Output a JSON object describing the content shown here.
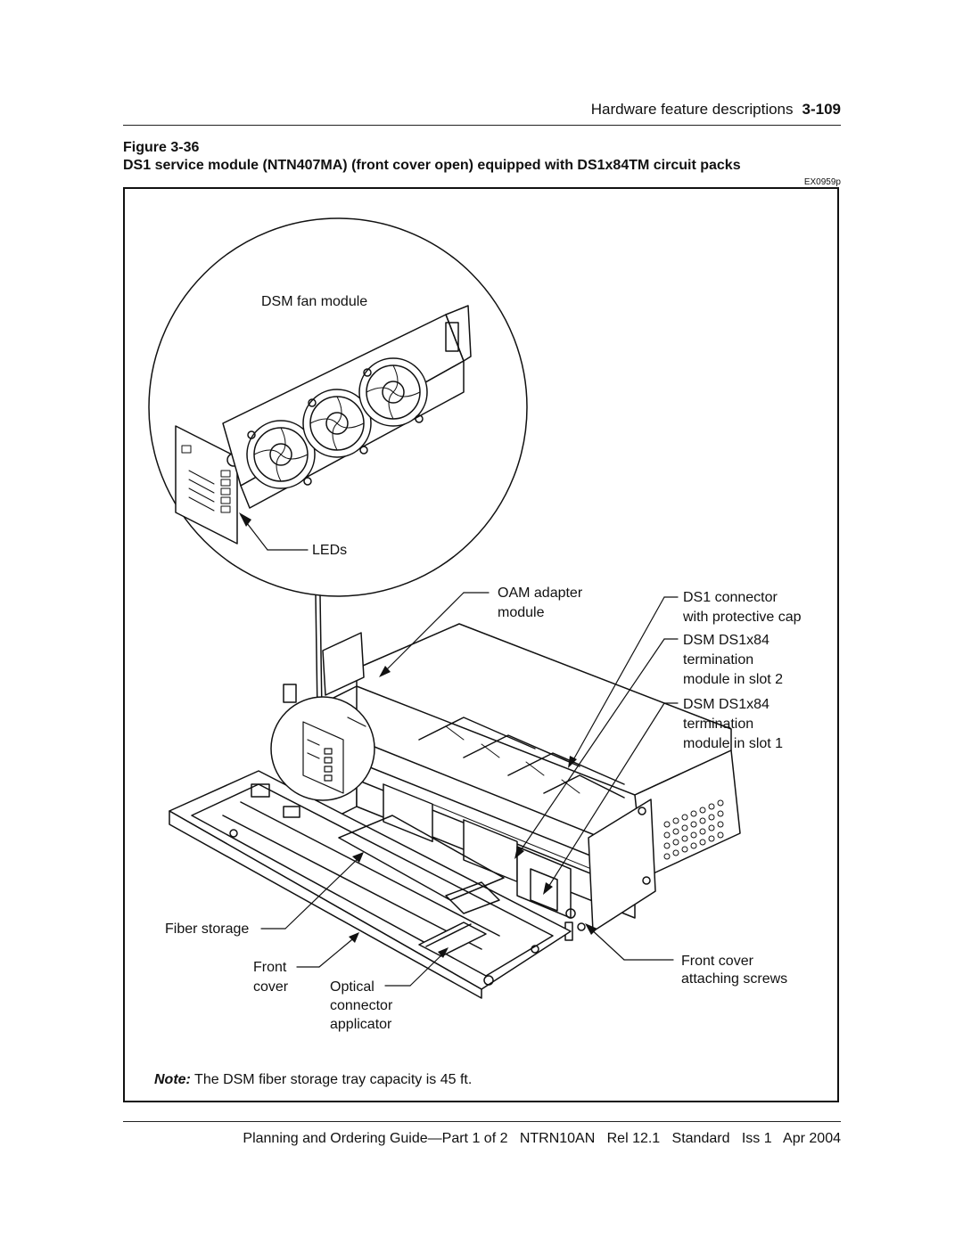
{
  "header": {
    "section_title": "Hardware feature descriptions",
    "page_number": "3-109"
  },
  "figure": {
    "number": "Figure 3-36",
    "title": "DS1 service module (NTN407MA) (front cover open) equipped with DS1x84TM circuit packs",
    "id": "EX0959p"
  },
  "labels": {
    "fan_module": "DSM fan module",
    "leds": "LEDs",
    "oam_1": "OAM adapter",
    "oam_2": "module",
    "ds1_conn_1": "DS1 connector",
    "ds1_conn_2": "with protective cap",
    "term2_1": "DSM DS1x84",
    "term2_2": "termination",
    "term2_3": "module in slot 2",
    "term1_1": "DSM DS1x84",
    "term1_2": "termination",
    "term1_3": "module in slot 1",
    "fiber_storage": "Fiber storage",
    "front_cover_1": "Front",
    "front_cover_2": "cover",
    "optical_1": "Optical",
    "optical_2": "connector",
    "optical_3": "applicator",
    "screws_1": "Front cover",
    "screws_2": "attaching screws"
  },
  "note": {
    "prefix": "Note:",
    "text": " The DSM fiber storage tray capacity is 45 ft."
  },
  "footer": {
    "text": "Planning and Ordering Guide—Part 1 of 2   NTRN10AN   Rel 12.1   Standard   Iss 1   Apr 2004"
  }
}
